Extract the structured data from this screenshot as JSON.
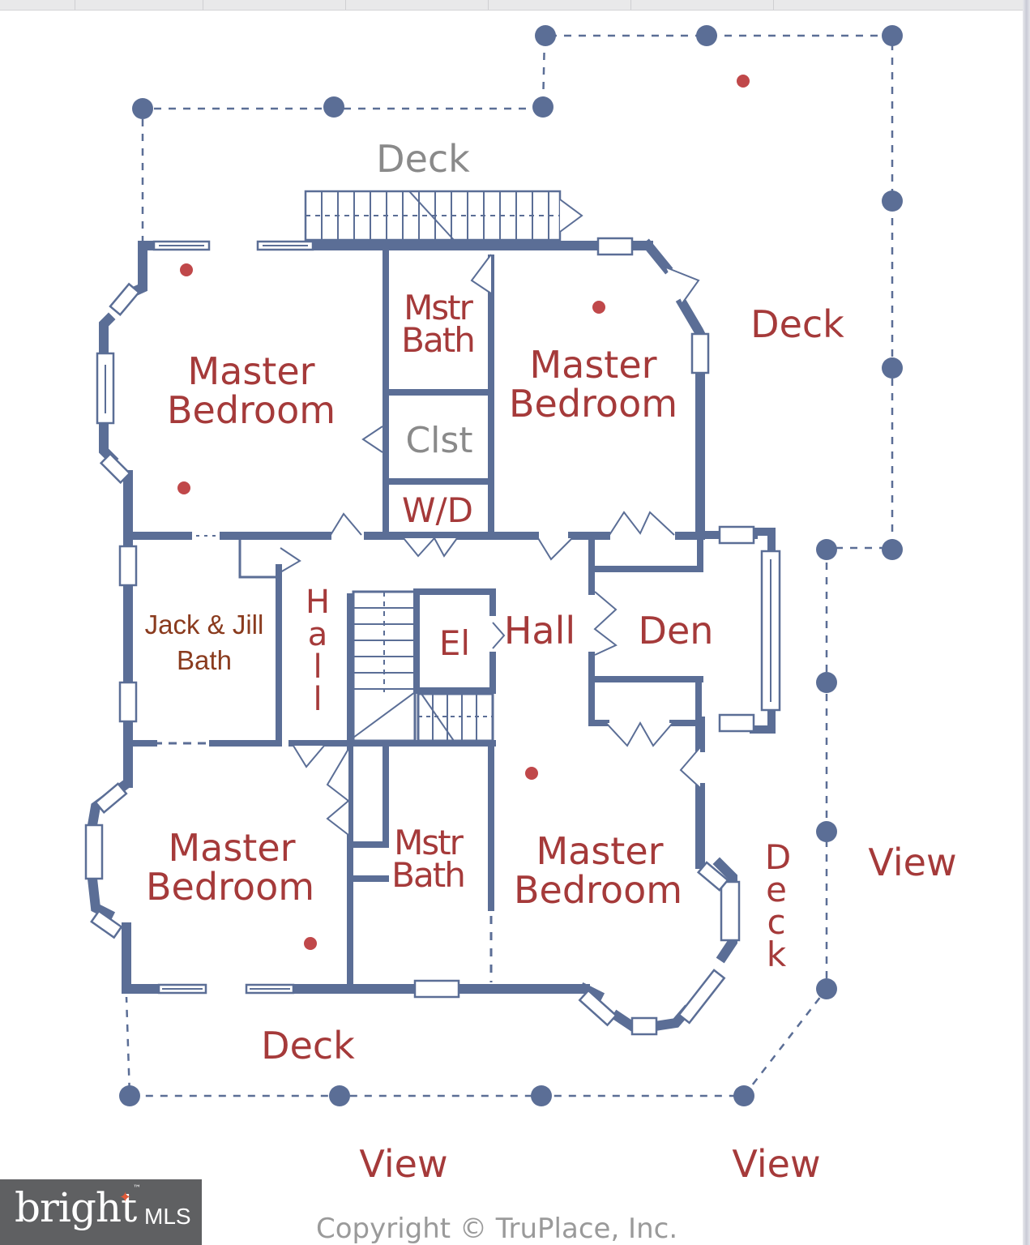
{
  "rooms": {
    "master_bedroom_nw": [
      "Master",
      "Bedroom"
    ],
    "master_bath_n": [
      "Mstr",
      "Bath"
    ],
    "master_bedroom_ne": [
      "Master",
      "Bedroom"
    ],
    "closet": "Clst",
    "washer_dryer": "W/D",
    "jack_jill_bath": [
      "Jack & Jill",
      "Bath"
    ],
    "hall_vertical": [
      "H",
      "a",
      "l",
      "l"
    ],
    "elevator": "El",
    "hall": "Hall",
    "den": "Den",
    "master_bedroom_sw": [
      "Master",
      "Bedroom"
    ],
    "master_bath_s": [
      "Mstr",
      "Bath"
    ],
    "master_bedroom_se": [
      "Master",
      "Bedroom"
    ]
  },
  "decks": {
    "north": "Deck",
    "east": "Deck",
    "south": "Deck",
    "southeast_vertical": [
      "D",
      "e",
      "c",
      "k"
    ]
  },
  "views": {
    "east": "View",
    "south": "View",
    "southeast": "View"
  },
  "logo": {
    "word": "bright",
    "suffix": "MLS",
    "trademark": "™"
  },
  "copyright": "Copyright © TruPlace, Inc.",
  "colors": {
    "wall": "#5b6e96",
    "room_label": "#a53a3a",
    "aux_label": "#8a8a8a",
    "jack_jill_label": "#8a3b1e",
    "dot": "#c0484a",
    "logo_bg": "#5f6062"
  }
}
